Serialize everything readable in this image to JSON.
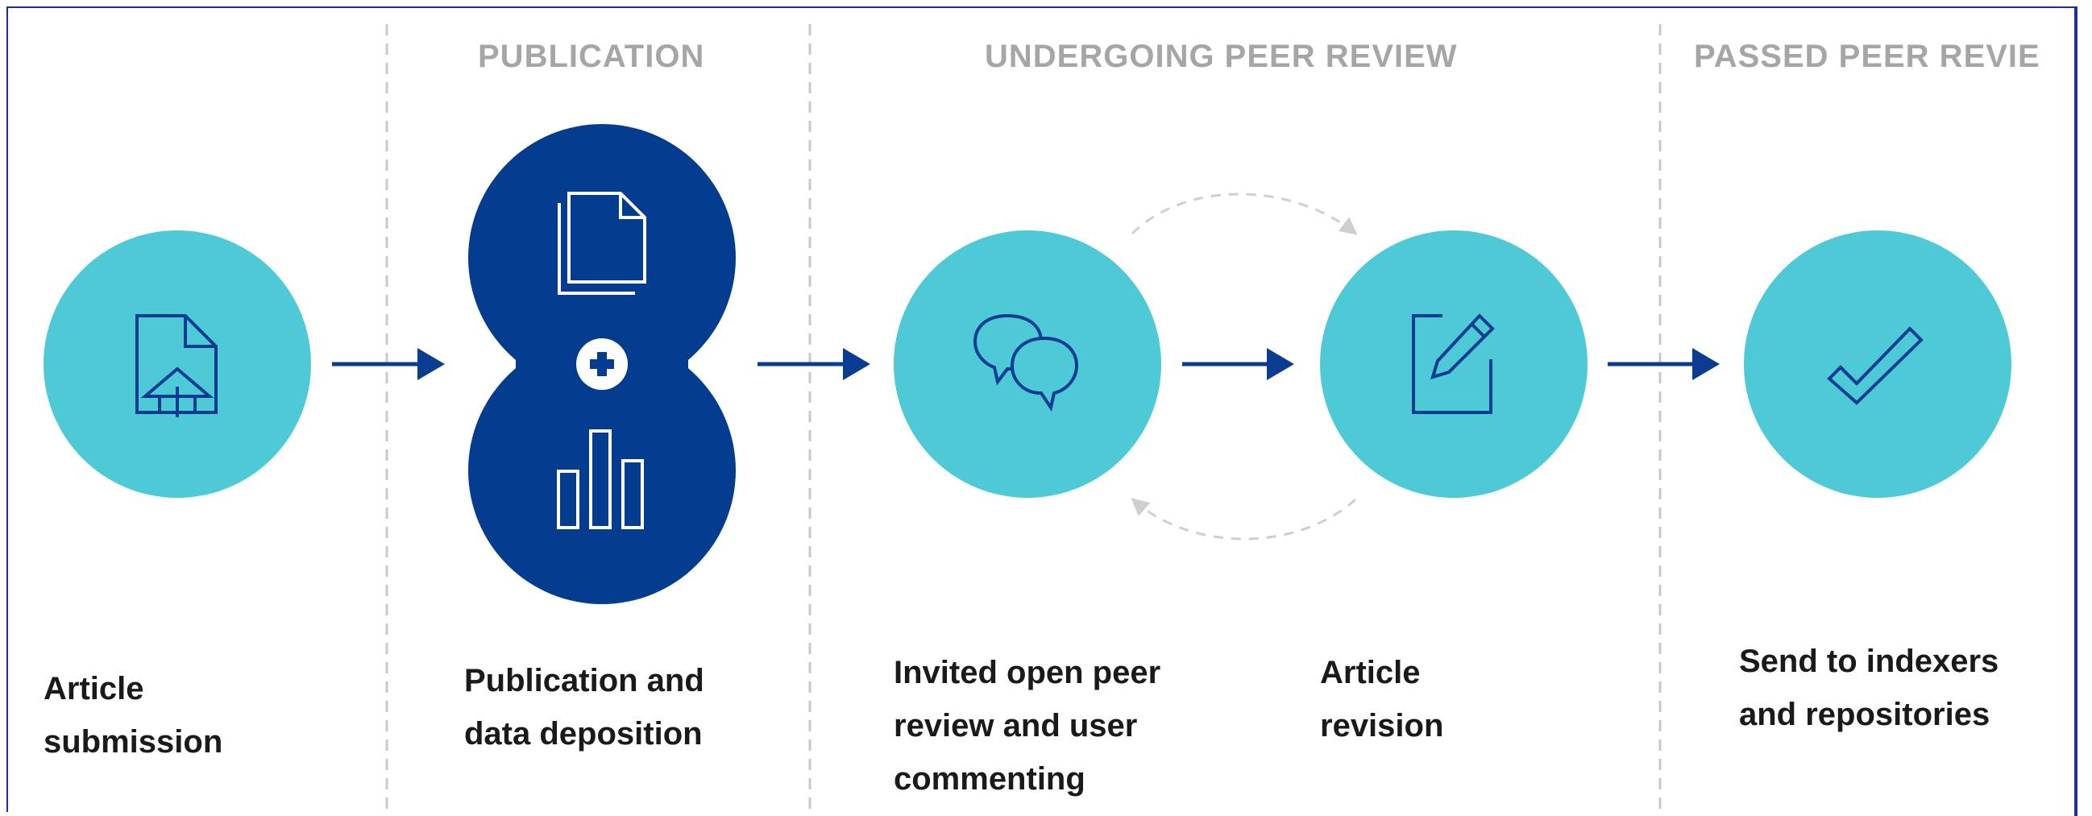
{
  "phases": [
    {
      "label": "PUBLICATION"
    },
    {
      "label": "UNDERGOING PEER REVIEW"
    },
    {
      "label": "PASSED PEER REVIE"
    }
  ],
  "steps": [
    {
      "lines": [
        "Article",
        "submission"
      ],
      "icon": "document-upload-icon"
    },
    {
      "lines": [
        "Publication and",
        "data deposition"
      ],
      "icon": "documents-plus-bar-chart-icon"
    },
    {
      "lines": [
        "Invited open peer",
        "review and user",
        "commenting"
      ],
      "icon": "speech-bubbles-icon"
    },
    {
      "lines": [
        "Article",
        "revision"
      ],
      "icon": "document-edit-icon"
    },
    {
      "lines": [
        "Send to indexers",
        "and repositories"
      ],
      "icon": "checkmark-icon"
    }
  ],
  "colors": {
    "accent_circle": "#4ecad6",
    "dark_circle": "#043d8f",
    "arrow": "#0a3d91",
    "divider": "#c8c8c8",
    "phase_text": "#a6a6a6",
    "label_text": "#1a1a1a",
    "frame": "#1a2f9a"
  }
}
